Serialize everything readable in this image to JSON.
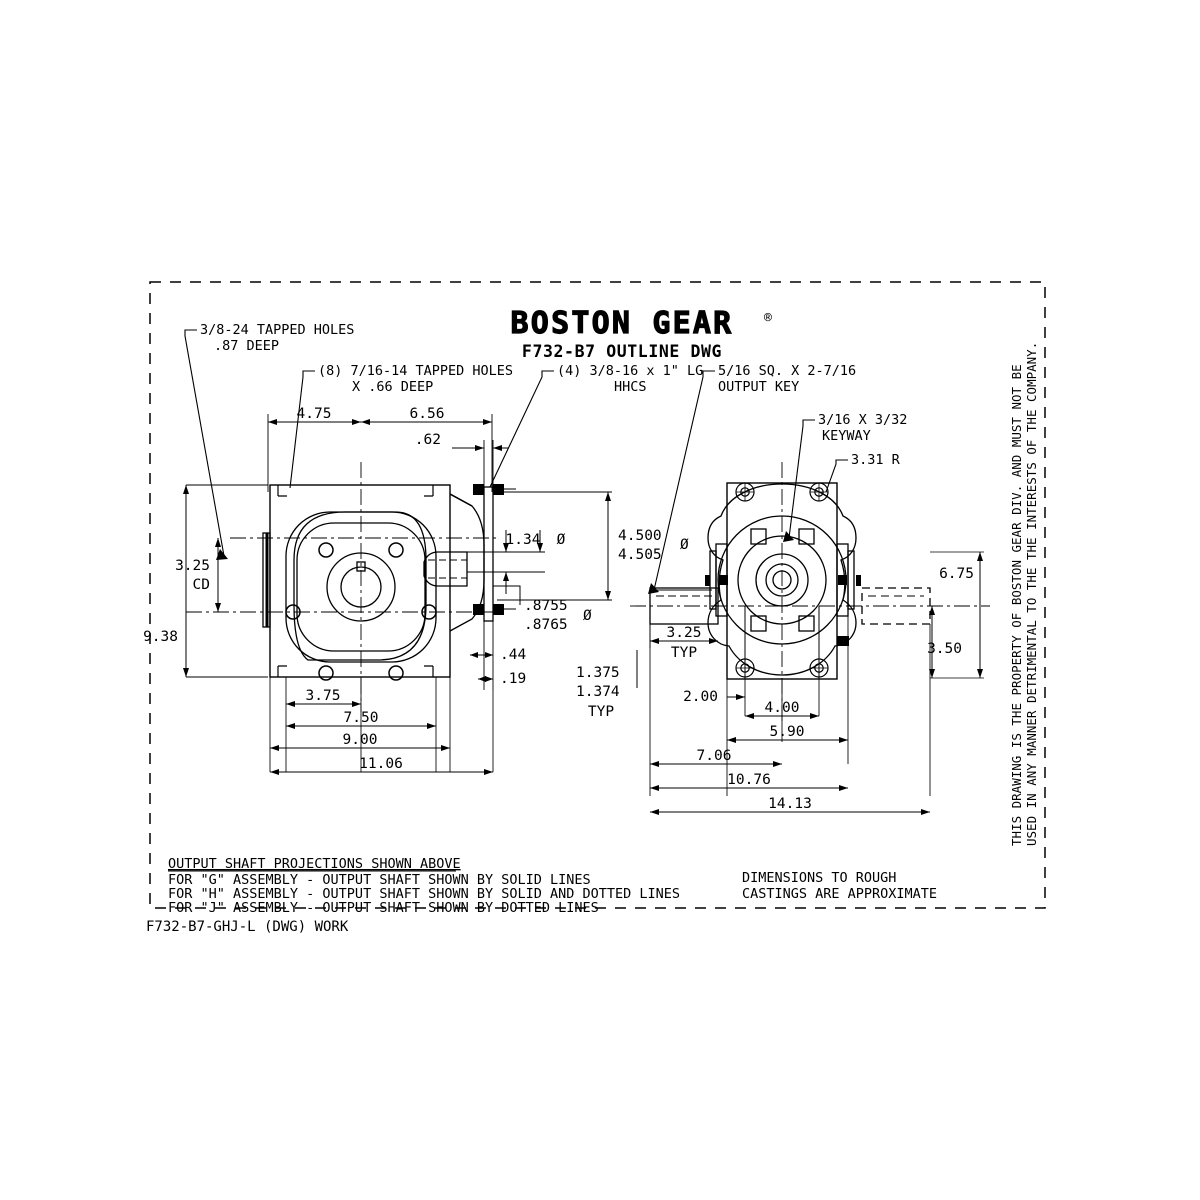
{
  "drawing": {
    "brand": "BOSTON GEAR",
    "brand_mark": "®",
    "title": "F732-B7 OUTLINE DWG",
    "file_note": "F732-B7-GHJ-L (DWG) WORK",
    "proprietary_line1": "THIS DRAWING IS THE PROPERTY OF BOSTON GEAR DIV. AND MUST NOT BE",
    "proprietary_line2": "USED IN ANY MANNER DETRIMENTAL TO THE THE INTERESTS OF THE COMPANY."
  },
  "callouts": {
    "tapped_holes_top": {
      "line1": "3/8-24 TAPPED HOLES",
      "line2": ".87 DEEP"
    },
    "tapped_holes_mid": {
      "line1": "(8) 7/16-14 TAPPED HOLES",
      "line2": "X .66 DEEP"
    },
    "hhcs": {
      "line1": "(4) 3/8-16 x 1\" LG",
      "line2": "HHCS"
    },
    "output_key": {
      "line1": "5/16 SQ. X 2-7/16",
      "line2": "OUTPUT KEY"
    },
    "keyway": {
      "line1": "3/16 X 3/32",
      "line2": "KEYWAY"
    },
    "radius": {
      "line1": "3.31 R"
    }
  },
  "front_view_dims": {
    "top_left": "4.75",
    "top_right": "6.56",
    "flange_thk": ".62",
    "cd": "3.25",
    "cd_label": "CD",
    "height": "9.38",
    "bore_small": "1.34",
    "pilot_dia_max": "4.500",
    "pilot_dia_min": "4.505",
    "shaft_dia_max": ".8755",
    "shaft_dia_min": ".8765",
    "offset_44": ".44",
    "offset_19": ".19",
    "bolt_circle_max": "1.375",
    "bolt_circle_min": "1.374",
    "bolt_circle_typ": "TYP",
    "w_375": "3.75",
    "w_750": "7.50",
    "w_900": "9.00",
    "w_1106": "11.06",
    "dia_symbol": "Ø"
  },
  "side_view_dims": {
    "shaft_proj": "3.25",
    "shaft_proj_typ": "TYP",
    "d_200": "2.00",
    "d_400": "4.00",
    "d_590": "5.90",
    "d_706": "7.06",
    "d_1076": "10.76",
    "d_1413": "14.13",
    "h_675": "6.75",
    "h_350": "3.50"
  },
  "notes": {
    "heading": "OUTPUT SHAFT PROJECTIONS SHOWN ABOVE",
    "lines": [
      "FOR \"G\" ASSEMBLY - OUTPUT SHAFT SHOWN BY SOLID LINES",
      "FOR \"H\" ASSEMBLY - OUTPUT SHAFT SHOWN BY SOLID AND DOTTED LINES",
      "FOR \"J\" ASSEMBLY - OUTPUT SHAFT SHOWN BY DOTTED LINES"
    ],
    "right_line1": "DIMENSIONS TO ROUGH",
    "right_line2": "CASTINGS ARE APPROXIMATE"
  },
  "colors": {
    "ink": "#000000",
    "paper": "#ffffff"
  }
}
